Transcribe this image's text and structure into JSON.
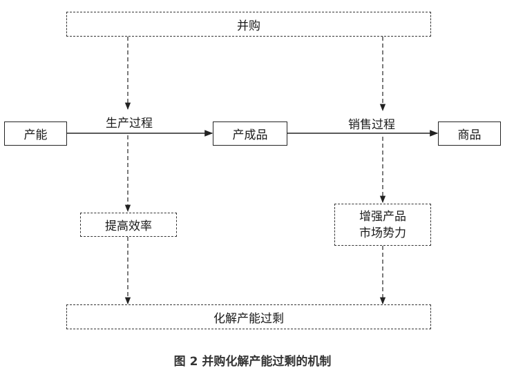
{
  "nodes": {
    "merger": "并购",
    "capacity": "产能",
    "production_process": "生产过程",
    "finished_product": "产成品",
    "sales_process": "销售过程",
    "goods": "商品",
    "efficiency": "提高效率",
    "market_power_line1": "增强产品",
    "market_power_line2": "市场势力",
    "resolve_overcapacity": "化解产能过剩"
  },
  "caption": "图 2  并购化解产能过剩的机制"
}
